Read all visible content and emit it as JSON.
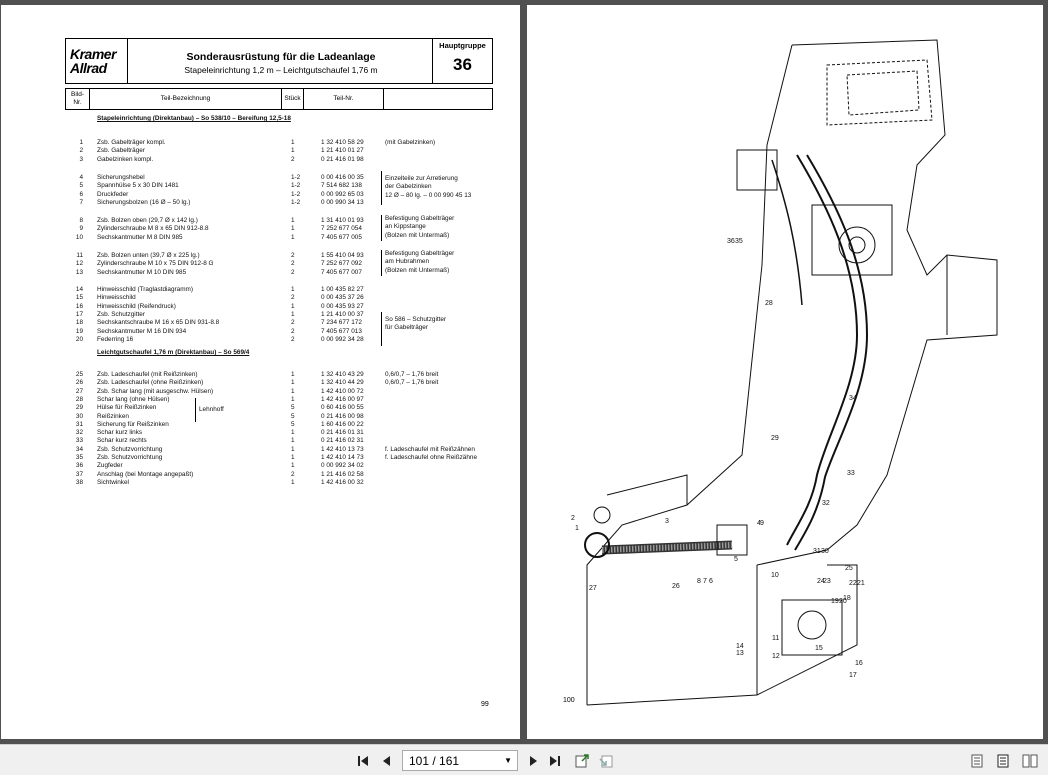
{
  "left_page": {
    "brand_line1": "Kramer",
    "brand_line2": "Allrad",
    "title": "Sonderausrüstung für die Ladeanlage",
    "subtitle": "Stapeleinrichtung 1,2 m – Leichtgutschaufel 1,76 m",
    "group_label": "Hauptgruppe",
    "group_number": "36",
    "col_bild": "Bild-\nNr.",
    "col_bezeichnung": "Teil-Bezeichnung",
    "col_stueck": "Stück",
    "col_teilnr": "Teil-Nr.",
    "section1": "Stapeleinrichtung (Direktanbau) – So 538/10 – Bereifung 12,5-18",
    "section2": "Leichtgutschaufel 1,76 m (Direktanbau) – So 569/4",
    "rows": [
      {
        "n": "1",
        "d": "Zsb. Gabelträger kompl.",
        "q": "1",
        "p": "1 32 410 58 29",
        "r": "(mit Gabelzinken)"
      },
      {
        "n": "2",
        "d": "Zsb. Gabelträger",
        "q": "1",
        "p": "1 21 410 01 27",
        "r": ""
      },
      {
        "n": "3",
        "d": "Gabelzinken kompl.",
        "q": "2",
        "p": "0 21 416 01 98",
        "r": ""
      },
      {
        "n": "4",
        "d": "Sicherungshebel",
        "q": "1-2",
        "p": "0 00 416 00 35",
        "r": ""
      },
      {
        "n": "5",
        "d": "Spannhülse 5 x 30 DIN 1481",
        "q": "1-2",
        "p": "7 514 682 138",
        "r": ""
      },
      {
        "n": "6",
        "d": "Druckfeder",
        "q": "1-2",
        "p": "0 00 992 65 03",
        "r": ""
      },
      {
        "n": "7",
        "d": "Sicherungsbolzen (16 Ø – 50 lg.)",
        "q": "1-2",
        "p": "0 00 990 34 13",
        "r": ""
      },
      {
        "n": "8",
        "d": "Zsb. Bolzen oben (29,7 Ø x 142 lg.)",
        "q": "1",
        "p": "1 31 410 01 93",
        "r": ""
      },
      {
        "n": "9",
        "d": "Zylinderschraube M 8 x 65 DIN 912-8.8",
        "q": "1",
        "p": "7 252 677 054",
        "r": ""
      },
      {
        "n": "10",
        "d": "Sechskantmutter M 8 DIN 985",
        "q": "1",
        "p": "7 405 677 005",
        "r": ""
      },
      {
        "n": "11",
        "d": "Zsb. Bolzen unten (39,7 Ø x 225 lg.)",
        "q": "2",
        "p": "1 55 410 04 93",
        "r": ""
      },
      {
        "n": "12",
        "d": "Zylinderschraube M 10 x 75 DIN 912-8 G",
        "q": "2",
        "p": "7 252 677 092",
        "r": ""
      },
      {
        "n": "13",
        "d": "Sechskantmutter M 10 DIN 985",
        "q": "2",
        "p": "7 405 677 007",
        "r": ""
      },
      {
        "n": "14",
        "d": "Hinweisschild (Traglastdiagramm)",
        "q": "1",
        "p": "1 00 435 82 27",
        "r": ""
      },
      {
        "n": "15",
        "d": "Hinweisschild",
        "q": "2",
        "p": "0 00 435 37 26",
        "r": ""
      },
      {
        "n": "16",
        "d": "Hinweisschild (Reifendruck)",
        "q": "1",
        "p": "0 00 435 93 27",
        "r": ""
      },
      {
        "n": "17",
        "d": "Zsb. Schutzgitter",
        "q": "1",
        "p": "1 21 410 00 37",
        "r": ""
      },
      {
        "n": "18",
        "d": "Sechskantschraube M 16 x 65 DIN 931-8.8",
        "q": "2",
        "p": "7 234 677 172",
        "r": ""
      },
      {
        "n": "19",
        "d": "Sechskantmutter M 16 DIN 934",
        "q": "2",
        "p": "7 405 677 013",
        "r": ""
      },
      {
        "n": "20",
        "d": "Federring 16",
        "q": "2",
        "p": "0 00 992 34 28",
        "r": ""
      },
      {
        "n": "25",
        "d": "Zsb. Ladeschaufel (mit Reißzinken)",
        "q": "1",
        "p": "1 32 410 43 29",
        "r": "0,6/0,7 – 1,76 breit"
      },
      {
        "n": "26",
        "d": "Zsb. Ladeschaufel (ohne Reißzinken)",
        "q": "1",
        "p": "1 32 410 44 29",
        "r": "0,6/0,7 – 1,76 breit"
      },
      {
        "n": "27",
        "d": "Zsb. Schar lang (mit ausgeschw. Hülsen)",
        "q": "1",
        "p": "1 42 410 00 72",
        "r": ""
      },
      {
        "n": "28",
        "d": "Schar lang (ohne Hülsen)",
        "q": "1",
        "p": "1 42 416 00 97",
        "r": ""
      },
      {
        "n": "29",
        "d": "Hülse für Reißzinken",
        "q": "5",
        "p": "0 60 416 00 55",
        "r": ""
      },
      {
        "n": "30",
        "d": "Reißzinken",
        "q": "5",
        "p": "0 21 416 00 98",
        "r": ""
      },
      {
        "n": "31",
        "d": "Sicherung für Reißzinken",
        "q": "5",
        "p": "1 60 416 00 22",
        "r": ""
      },
      {
        "n": "32",
        "d": "Schar kurz links",
        "q": "1",
        "p": "0 21 416 01 31",
        "r": ""
      },
      {
        "n": "33",
        "d": "Schar kurz rechts",
        "q": "1",
        "p": "0 21 416 02 31",
        "r": ""
      },
      {
        "n": "34",
        "d": "Zsb. Schutzvorrichtung",
        "q": "1",
        "p": "1 42 410 13 73",
        "r": "f. Ladeschaufel mit Reißzähnen"
      },
      {
        "n": "35",
        "d": "Zsb. Schutzvorrichtung",
        "q": "1",
        "p": "1 42 410 14 73",
        "r": "f. Ladeschaufel ohne Reißzähne"
      },
      {
        "n": "36",
        "d": "Zugfeder",
        "q": "1",
        "p": "0 00 992 34 02",
        "r": ""
      },
      {
        "n": "37",
        "d": "Anschlag (bei Montage angepaßt)",
        "q": "2",
        "p": "1 21 416 02 58",
        "r": ""
      },
      {
        "n": "38",
        "d": "Sichtwinkel",
        "q": "1",
        "p": "1 42 416 00 32",
        "r": ""
      }
    ],
    "note_4_7": [
      "Einzelteile zur Arretierung",
      "der Gabelzinken",
      "12 Ø – 80 lg. – 0 00 990 45 13"
    ],
    "note_8_10": [
      "Befestigung Gabelträger",
      "an Kippstange",
      "(Bolzen mit Untermaß)"
    ],
    "note_11_13": [
      "Befestigung Gabelträger",
      "am Hubrahmen",
      "(Bolzen mit Untermaß)"
    ],
    "note_17_20": [
      "So 586 – Schutzgitter",
      "für Gabelträger"
    ],
    "lehnhoff": "Lehnhoff",
    "page_number": "99"
  },
  "right_page": {
    "page_number": "100",
    "callouts": [
      "1",
      "2",
      "3",
      "4",
      "5",
      "6",
      "7",
      "8",
      "9",
      "10",
      "11",
      "12",
      "13",
      "14",
      "15",
      "16",
      "17",
      "18",
      "19",
      "20",
      "21",
      "22",
      "23",
      "24",
      "25",
      "26",
      "27",
      "28",
      "29",
      "30",
      "31",
      "32",
      "33",
      "34",
      "35",
      "36"
    ]
  },
  "toolbar": {
    "page_value": "101 / 161",
    "first_icon": "first-page-icon",
    "prev_icon": "previous-page-icon",
    "next_icon": "next-page-icon",
    "last_icon": "last-page-icon",
    "fit_width_icon": "fit-width-icon",
    "fit_page_icon": "fit-page-icon"
  }
}
